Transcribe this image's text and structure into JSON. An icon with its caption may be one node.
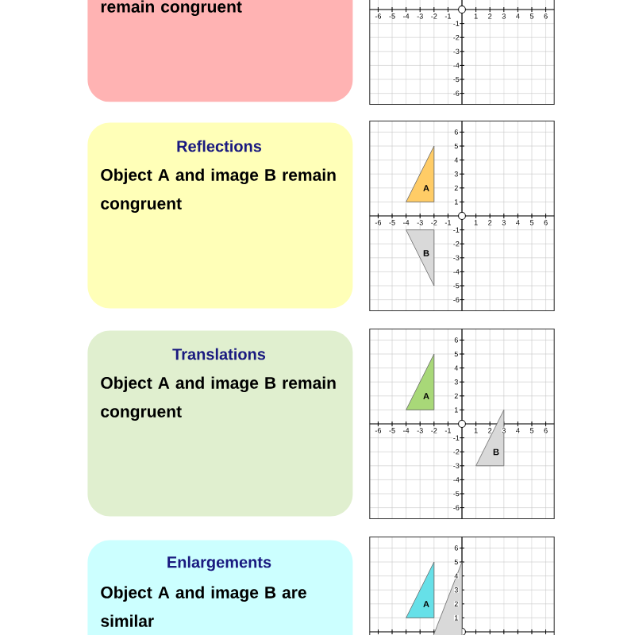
{
  "diagram": {
    "nodes": [
      {
        "text": [
          "remain congruent"
        ]
      },
      {
        "text": [
          "Reflections",
          "Object A and image B remain congruent"
        ]
      },
      {
        "text": [
          "Translations",
          "Object A and image B remain congruent"
        ]
      },
      {
        "text": [
          "Enlargements",
          "Object A and image B are similar"
        ]
      },
      {
        "text": [
          "A"
        ]
      },
      {
        "text": [
          "B"
        ]
      },
      {
        "text": [
          "A"
        ]
      },
      {
        "text": [
          "B"
        ]
      },
      {
        "text": [
          "A"
        ]
      },
      {
        "text": [],
        "shape": "triangle"
      }
    ],
    "edges": [],
    "labels": [
      "-6",
      "-5",
      "-4",
      "-3",
      "-2",
      "-1",
      "1",
      "2",
      "3",
      "4",
      "5",
      "6",
      "-1",
      "-2",
      "-3",
      "-4",
      "-5",
      "-6",
      "6",
      "5",
      "4",
      "3",
      "2",
      "1",
      "-6",
      "-5",
      "-4",
      "-3",
      "-2",
      "-1",
      "1",
      "2",
      "3",
      "4",
      "5",
      "6",
      "-1",
      "-2",
      "-3",
      "-4",
      "-5",
      "-6",
      "6",
      "5",
      "4",
      "3",
      "2",
      "1",
      "-6",
      "-5",
      "-4",
      "-3",
      "-2",
      "-1",
      "1",
      "2",
      "3",
      "4",
      "5",
      "6",
      "-1",
      "-2",
      "-3",
      "-4",
      "-5",
      "-6",
      "6",
      "5",
      "4",
      "3",
      "2",
      "1"
    ]
  }
}
